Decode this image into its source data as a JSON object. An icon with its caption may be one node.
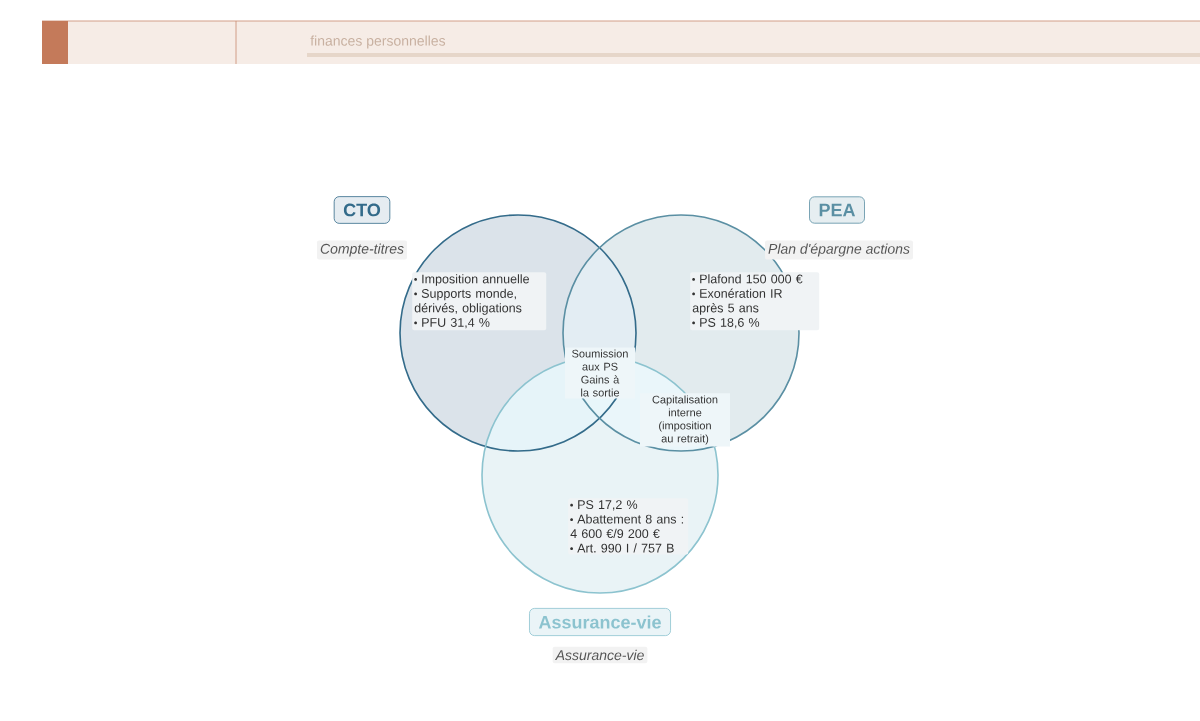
{
  "diagram": {
    "nodes": [
      {
        "text": [
          "Imposition annuelle",
          "Supports monde, dérivés, obligations",
          "PFU 31,4 %"
        ]
      },
      {
        "text": [
          "Plafond 150 000 €",
          "Exonération IR après 5 ans",
          "PS 18,6 %"
        ]
      },
      {
        "text": [
          "PS 17,2 %",
          "Abattement 8 ans : 4 600 €/9 200 €",
          "Art. 990 I / 757 B"
        ]
      },
      {
        "text": [
          "CTO"
        ]
      },
      {
        "text": [
          "PEA"
        ]
      },
      {
        "text": [
          "Assurance-vie"
        ]
      }
    ],
    "labels": [
      "finances personnelles",
      "Compte-titres",
      "Plan d'épargne actions",
      "Soumission aux PS Gains à la sortie",
      "Capitalisation interne (imposition au retrait)",
      "Assurance-vie"
    ]
  }
}
